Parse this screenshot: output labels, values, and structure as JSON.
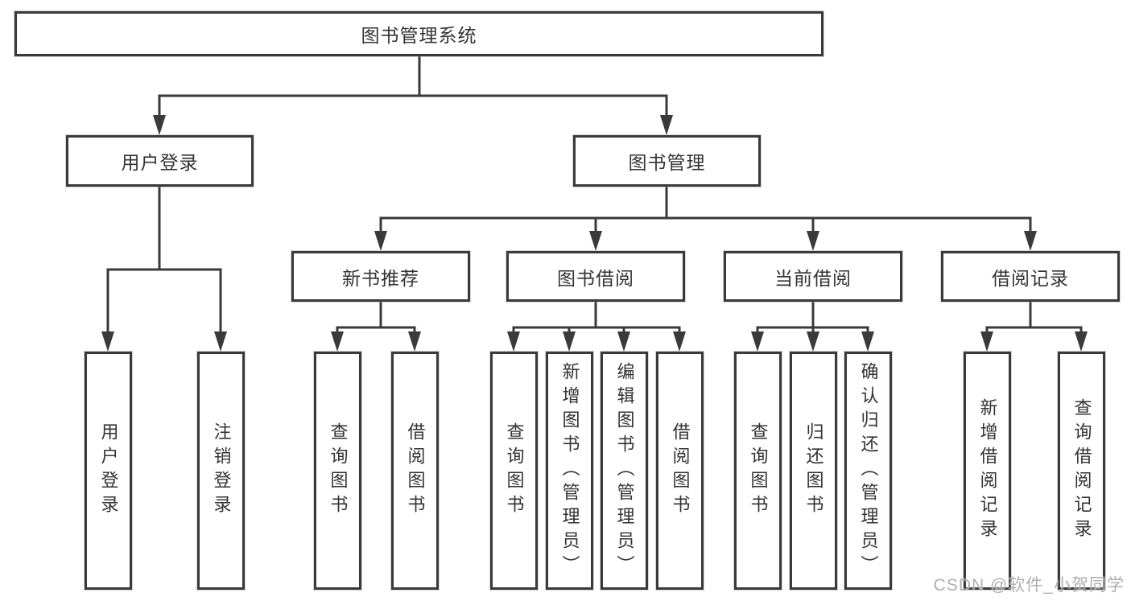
{
  "diagram": {
    "title": "图书管理系统",
    "branches": [
      {
        "label": "用户登录",
        "leaves": [
          "用户登录",
          "注销登录"
        ]
      },
      {
        "label": "图书管理",
        "groups": [
          {
            "label": "新书推荐",
            "leaves": [
              "查询图书",
              "借阅图书"
            ]
          },
          {
            "label": "图书借阅",
            "leaves": [
              "查询图书",
              "新增图书（管理员）",
              "编辑图书（管理员）",
              "借阅图书"
            ]
          },
          {
            "label": "当前借阅",
            "leaves": [
              "查询图书",
              "归还图书",
              "确认归还（管理员）"
            ]
          },
          {
            "label": "借阅记录",
            "leaves": [
              "新增借阅记录",
              "查询借阅记录"
            ]
          }
        ]
      }
    ]
  },
  "colors": {
    "line": "#3a3a3a",
    "border": "#3a3a3a",
    "text": "#333333",
    "watermark": "#a8a8a8"
  },
  "watermark": "CSDN @软件_小贺同学"
}
